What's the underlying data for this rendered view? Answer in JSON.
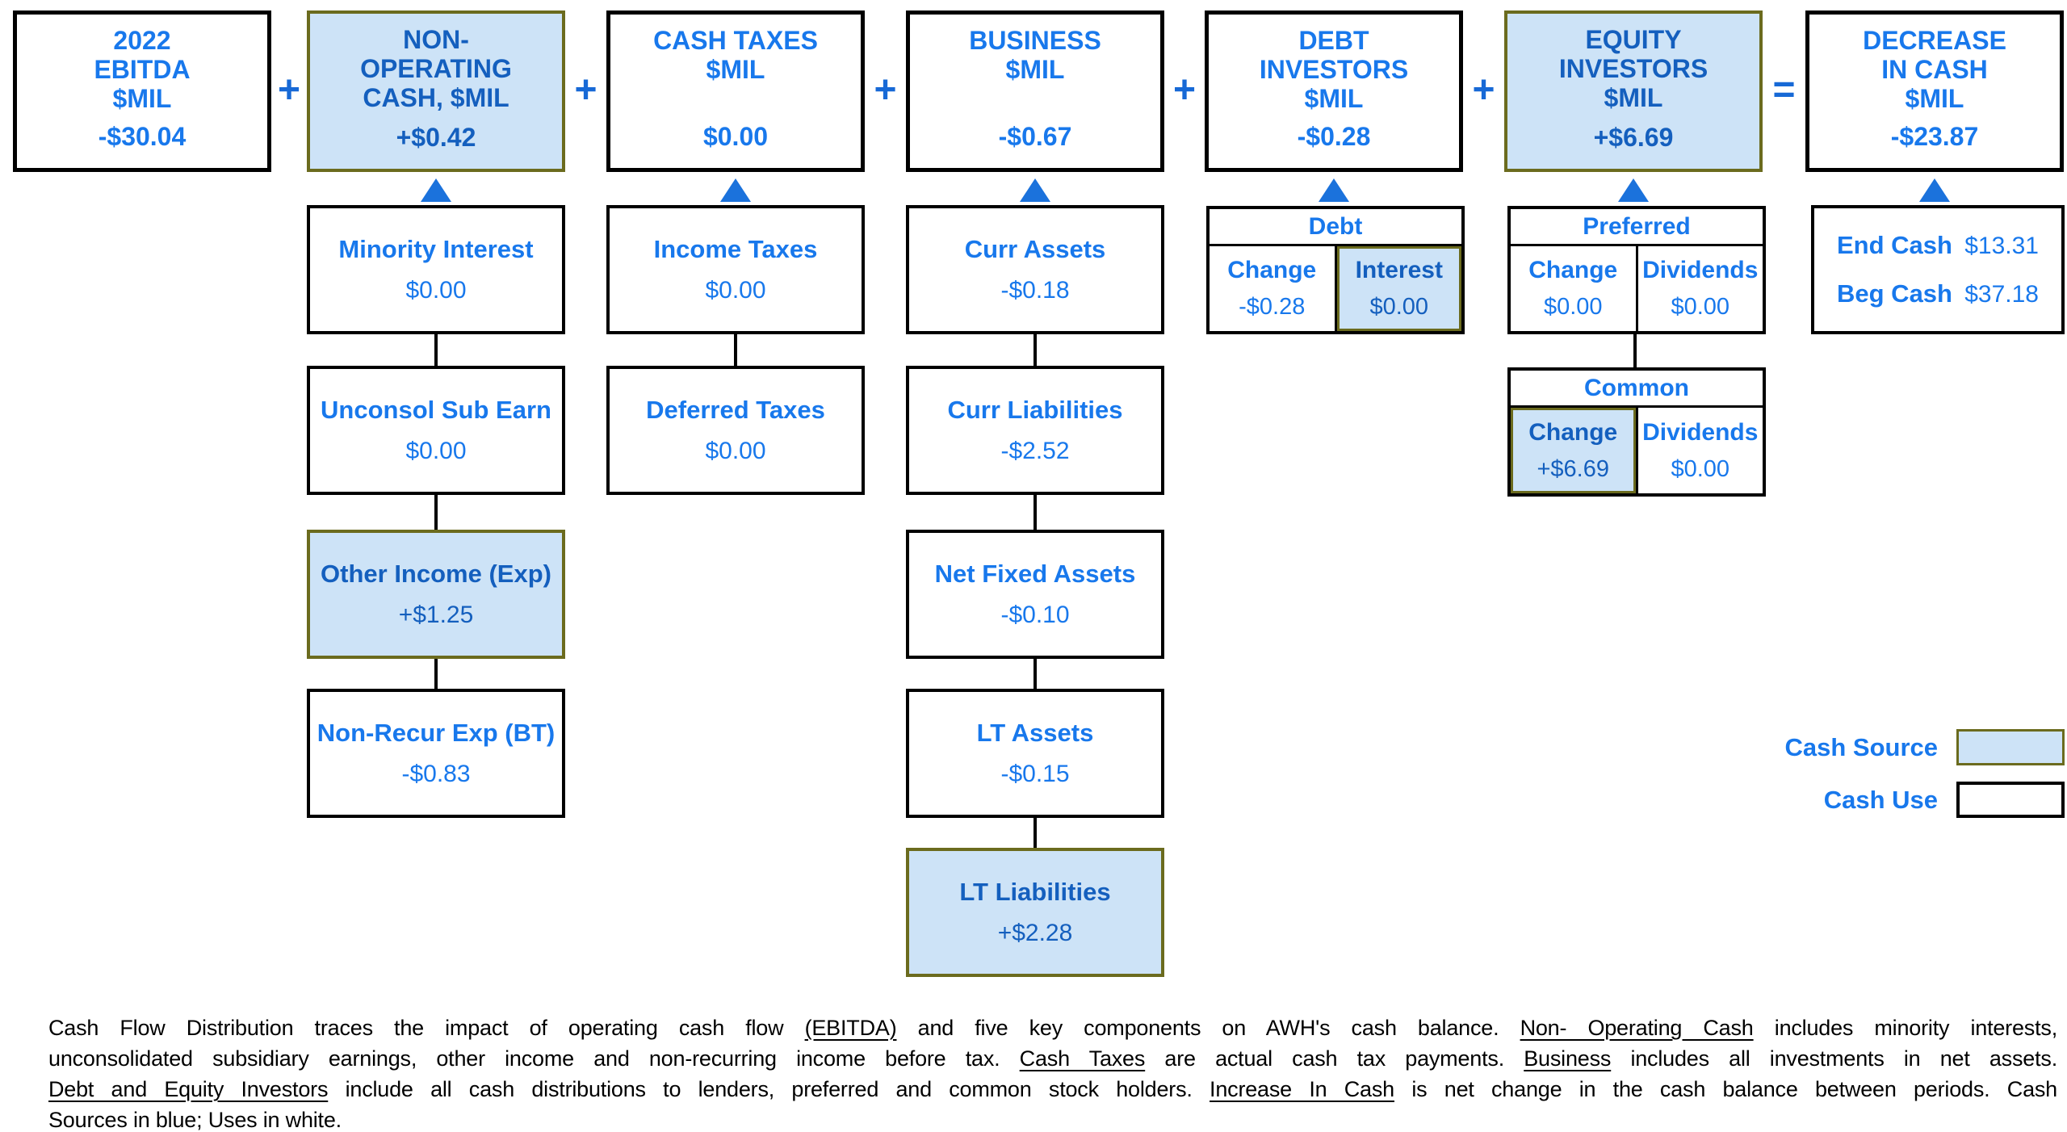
{
  "colors": {
    "text_bright_blue": "#1878EC",
    "text_dark_blue": "#145FBE",
    "cash_source_fill": "#CDE3F7",
    "source_border_olive": "#6B6B1E",
    "operator_blue": "#1769D6",
    "triangle_blue": "#1B72DC",
    "box_border": "#000000"
  },
  "top_row": [
    {
      "title": "2022\nEBITDA\n$MIL",
      "value": "-$30.04",
      "fill": "white",
      "op_after": "+"
    },
    {
      "title": "NON-\nOPERATING\nCASH, $MIL",
      "value": "+$0.42",
      "fill": "blue",
      "op_after": "+"
    },
    {
      "title": "CASH TAXES\n$MIL",
      "value": "$0.00",
      "fill": "white",
      "op_after": "+"
    },
    {
      "title": "BUSINESS\n$MIL",
      "value": "-$0.67",
      "fill": "white",
      "op_after": "+"
    },
    {
      "title": "DEBT\nINVESTORS\n$MIL",
      "value": "-$0.28",
      "fill": "white",
      "op_after": "+"
    },
    {
      "title": "EQUITY\nINVESTORS\n$MIL",
      "value": "+$6.69",
      "fill": "blue",
      "op_after": "="
    },
    {
      "title": "DECREASE\nIN CASH\n$MIL",
      "value": "-$23.87",
      "fill": "white",
      "op_after": null
    }
  ],
  "non_operating_detail": [
    {
      "label": "Minority Interest",
      "value": "$0.00",
      "fill": "white"
    },
    {
      "label": "Unconsol Sub Earn",
      "value": "$0.00",
      "fill": "white"
    },
    {
      "label": "Other Income (Exp)",
      "value": "+$1.25",
      "fill": "blue"
    },
    {
      "label": "Non-Recur Exp (BT)",
      "value": "-$0.83",
      "fill": "white"
    }
  ],
  "cash_taxes_detail": [
    {
      "label": "Income Taxes",
      "value": "$0.00",
      "fill": "white"
    },
    {
      "label": "Deferred Taxes",
      "value": "$0.00",
      "fill": "white"
    }
  ],
  "business_detail": [
    {
      "label": "Curr Assets",
      "value": "-$0.18",
      "fill": "white"
    },
    {
      "label": "Curr Liabilities",
      "value": "-$2.52",
      "fill": "white"
    },
    {
      "label": "Net Fixed Assets",
      "value": "-$0.10",
      "fill": "white"
    },
    {
      "label": "LT Assets",
      "value": "-$0.15",
      "fill": "white"
    },
    {
      "label": "LT Liabilities",
      "value": "+$2.28",
      "fill": "blue"
    }
  ],
  "debt_table": {
    "title": "Debt",
    "cols": [
      {
        "header": "Change",
        "value": "-$0.28",
        "fill": "white"
      },
      {
        "header": "Interest",
        "value": "$0.00",
        "fill": "blue"
      }
    ]
  },
  "equity_tables": [
    {
      "title": "Preferred",
      "cols": [
        {
          "header": "Change",
          "value": "$0.00",
          "fill": "white"
        },
        {
          "header": "Dividends",
          "value": "$0.00",
          "fill": "white"
        }
      ]
    },
    {
      "title": "Common",
      "cols": [
        {
          "header": "Change",
          "value": "+$6.69",
          "fill": "blue"
        },
        {
          "header": "Dividends",
          "value": "$0.00",
          "fill": "white"
        }
      ]
    }
  ],
  "cash_summary": {
    "rows": [
      {
        "label": "End Cash",
        "value": "$13.31"
      },
      {
        "label": "Beg Cash",
        "value": "$37.18"
      }
    ]
  },
  "legend": [
    {
      "label": "Cash Source",
      "fill": "blue"
    },
    {
      "label": "Cash Use",
      "fill": "white"
    }
  ],
  "footnote": {
    "lines": [
      [
        {
          "t": "Cash Flow Distribution traces the impact of operating cash flow ",
          "u": false
        },
        {
          "t": "(EBITDA)",
          "u": true
        },
        {
          "t": " and five key components on AWH's cash balance. ",
          "u": false
        },
        {
          "t": "Non- Operating Cash",
          "u": true
        },
        {
          "t": " includes minority interests,",
          "u": false
        }
      ],
      [
        {
          "t": "unconsolidated subsidiary earnings, other income and non-recurring income before tax. ",
          "u": false
        },
        {
          "t": "Cash Taxes",
          "u": true
        },
        {
          "t": " are actual cash tax payments. ",
          "u": false
        },
        {
          "t": "Business",
          "u": true
        },
        {
          "t": " includes all investments in net assets.",
          "u": false
        }
      ],
      [
        {
          "t": "Debt and Equity Investors",
          "u": true
        },
        {
          "t": " include all cash distributions to lenders, preferred and common stock holders. ",
          "u": false
        },
        {
          "t": "Increase In Cash",
          "u": true
        },
        {
          "t": " is net change in the cash balance between periods. Cash",
          "u": false
        }
      ],
      [
        {
          "t": "Sources in blue; Uses in white.",
          "u": false
        }
      ]
    ]
  }
}
